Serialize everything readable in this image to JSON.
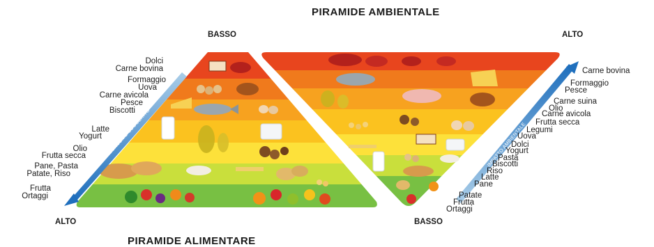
{
  "titles": {
    "environmental": "PIRAMIDE AMBIENTALE",
    "food": "PIRAMIDE ALIMENTARE"
  },
  "corners": {
    "food_top": "BASSO",
    "food_bottom": "ALTO",
    "env_top": "ALTO",
    "env_bottom": "BASSO"
  },
  "axes": {
    "food": "CONSUMO SUGGERITO",
    "env": "IMPATTO AMBIENTALE"
  },
  "food_pyramid_labels": [
    "Dolci",
    "Carne bovina",
    "Formaggio",
    "Uova",
    "Carne avicola",
    "Pesce",
    "Biscotti",
    "Latte",
    "Yogurt",
    "Olio",
    "Frutta secca",
    "Pane, Pasta",
    "Patate, Riso",
    "Frutta",
    "Ortaggi"
  ],
  "env_pyramid_labels": [
    "Carne bovina",
    "Formaggio",
    "Pesce",
    "Carne suina",
    "Olio",
    "Carne avicola",
    "Frutta secca",
    "Legumi",
    "Uova",
    "Dolci",
    "Yogurt",
    "Pasta",
    "Biscotti",
    "Riso",
    "Latte",
    "Pane",
    "Patate",
    "Frutta",
    "Ortaggi"
  ],
  "colors": {
    "band_red": "#e8451e",
    "band_orange_dark": "#f07a1c",
    "band_orange": "#f7a21f",
    "band_yellow_orange": "#fbc21f",
    "band_yellow": "#fde13a",
    "band_yellow_green": "#c9df3c",
    "band_green": "#78c043",
    "arrow_blue": "#1f6fbd"
  }
}
